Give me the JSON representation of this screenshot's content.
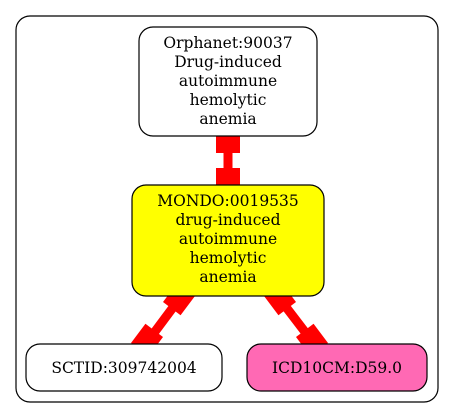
{
  "colors": {
    "edge": "#ff0000",
    "stroke": "#000000",
    "white": "#ffffff",
    "mondo": "#ffff00",
    "icd": "#ff69b4"
  },
  "nodes": {
    "orphanet": {
      "lines": [
        "Orphanet:90037",
        "Drug-induced",
        "autoimmune",
        "hemolytic",
        "anemia"
      ]
    },
    "mondo": {
      "lines": [
        "MONDO:0019535",
        "drug-induced",
        "autoimmune",
        "hemolytic",
        "anemia"
      ]
    },
    "sctid": {
      "lines": [
        "SCTID:309742004"
      ]
    },
    "icd": {
      "lines": [
        "ICD10CM:D59.0"
      ]
    }
  }
}
